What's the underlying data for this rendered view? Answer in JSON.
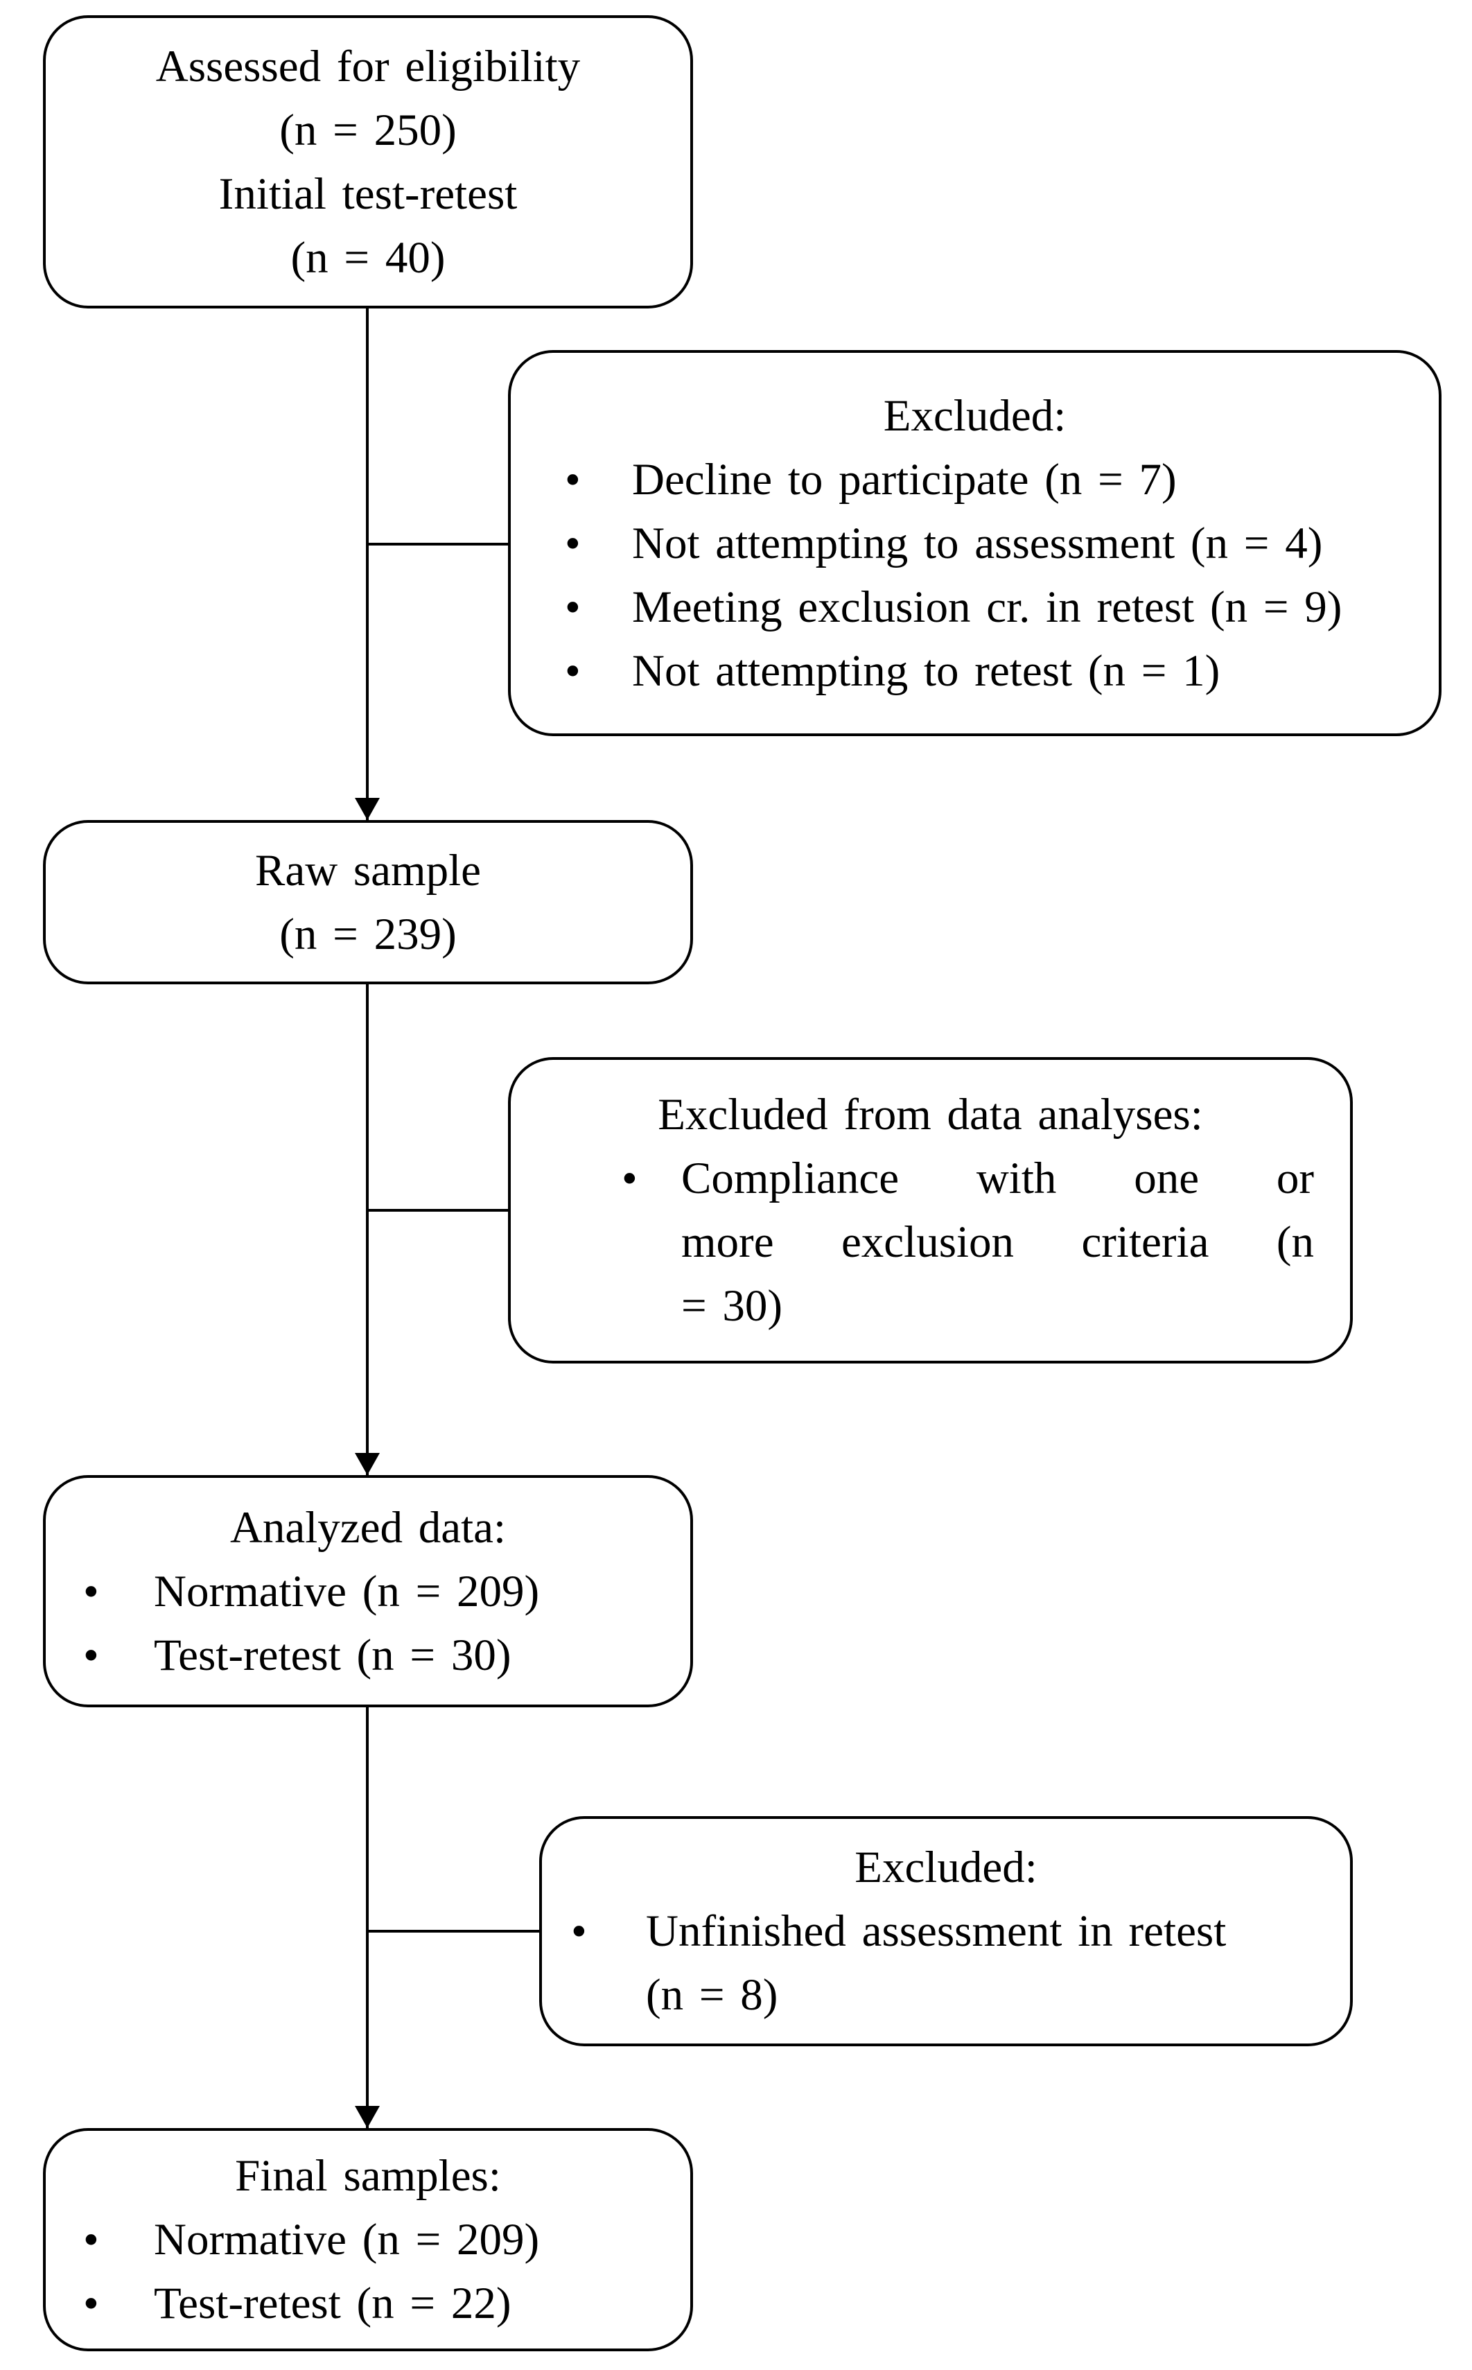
{
  "figure": {
    "background_color": "#ffffff",
    "line_color": "#000000",
    "bullet_glyph": "•"
  },
  "boxes": {
    "eligibility": {
      "lines": [
        "Assessed for eligibility",
        "(n = 250)",
        "Initial test-retest",
        "(n = 40)"
      ]
    },
    "excluded_initial": {
      "title": "Excluded:",
      "bullets": [
        "Decline to participate (n = 7)",
        "Not attempting to assessment (n = 4)",
        "Meeting exclusion cr. in retest (n = 9)",
        "Not attempting to retest (n = 1)"
      ]
    },
    "raw_sample": {
      "lines": [
        "Raw sample",
        "(n = 239)"
      ]
    },
    "excluded_analyses": {
      "title": "Excluded from data analyses:",
      "bullet_lines": [
        "Compliance with one or",
        "more exclusion criteria (n",
        "= 30)"
      ]
    },
    "analyzed": {
      "title": "Analyzed data:",
      "bullets": [
        "Normative (n = 209)",
        "Test-retest (n = 30)"
      ]
    },
    "excluded_retest": {
      "title": "Excluded:",
      "bullet_lines": [
        "Unfinished assessment in retest",
        "(n = 8)"
      ]
    },
    "final_samples": {
      "title": "Final samples:",
      "bullets": [
        "Normative (n = 209)",
        "Test-retest (n = 22)"
      ]
    }
  }
}
